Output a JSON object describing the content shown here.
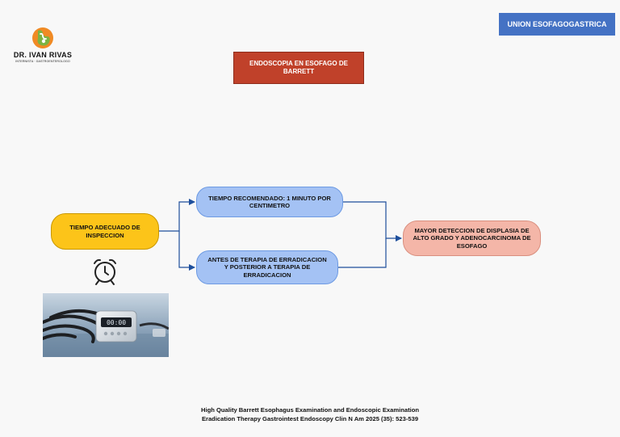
{
  "brand": {
    "name": "DR. IVAN RIVAS",
    "subtitle": "INTERNISTA · GASTROENTEROLOGO",
    "icon": "stomach-logo-icon"
  },
  "tag_label": "UNION ESOFAGOGASTRICA",
  "title": "ENDOSCOPIA EN ESOFAGO DE BARRETT",
  "diagram": {
    "nodes": {
      "left": "TIEMPO ADECUADO DE INSPECCION",
      "top": "TIEMPO RECOMENDADO: 1 MINUTO POR CENTIMETRO",
      "bottom": "ANTES DE TERAPIA DE ERRADICACION Y POSTERIOR A TERAPIA DE ERRADICACION",
      "right": "MAYOR DETECCION DE DISPLASIA DE ALTO GRADO Y ADENOCARCINOMA DE ESOFAGO"
    },
    "timer_display": "00:00",
    "icons": [
      "alarm-clock-icon",
      "endoscope-timer-photo"
    ]
  },
  "citation": {
    "line1": "High Quality Barrett Esophagus Examination and Endoscopic Examination",
    "line2": "Eradication Therapy Gastrointest Endoscopy Clin N Am 2025 (35): 523-539"
  },
  "colors": {
    "tag": "#4472c4",
    "title": "#c0412a",
    "left_node": "#fcc419",
    "blue_nodes": "#a4c2f4",
    "right_node": "#f4b6a8"
  }
}
